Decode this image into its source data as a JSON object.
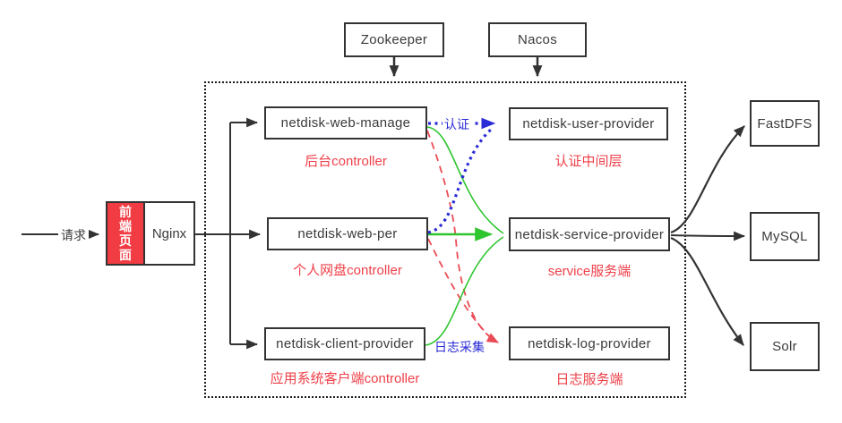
{
  "diagram": {
    "registries": [
      {
        "label": "Zookeeper"
      },
      {
        "label": "Nacos"
      }
    ],
    "entry": {
      "request_label": "请求",
      "frontend_chars": [
        "前",
        "端",
        "页",
        "面"
      ],
      "nginx_label": "Nginx"
    },
    "controllers": [
      {
        "label": "netdisk-web-manage",
        "caption": "后台controller"
      },
      {
        "label": "netdisk-web-per",
        "caption": "个人网盘controller"
      },
      {
        "label": "netdisk-client-provider",
        "caption": "应用系统客户端controller"
      }
    ],
    "providers": [
      {
        "label": "netdisk-user-provider",
        "caption": "认证中间层"
      },
      {
        "label": "netdisk-service-provider",
        "caption": "service服务端"
      },
      {
        "label": "netdisk-log-provider",
        "caption": "日志服务端"
      }
    ],
    "storages": [
      {
        "label": "FastDFS"
      },
      {
        "label": "MySQL"
      },
      {
        "label": "Solr"
      }
    ],
    "edge_labels": {
      "auth": "认证",
      "log_collect": "日志采集"
    },
    "colors": {
      "line": "#333333",
      "auth_blue": "#2a2ad6",
      "service_green": "#2fc52f",
      "log_red": "#ea4c56",
      "caption_red": "#ee4049",
      "frontend_red": "#f23c44"
    }
  }
}
